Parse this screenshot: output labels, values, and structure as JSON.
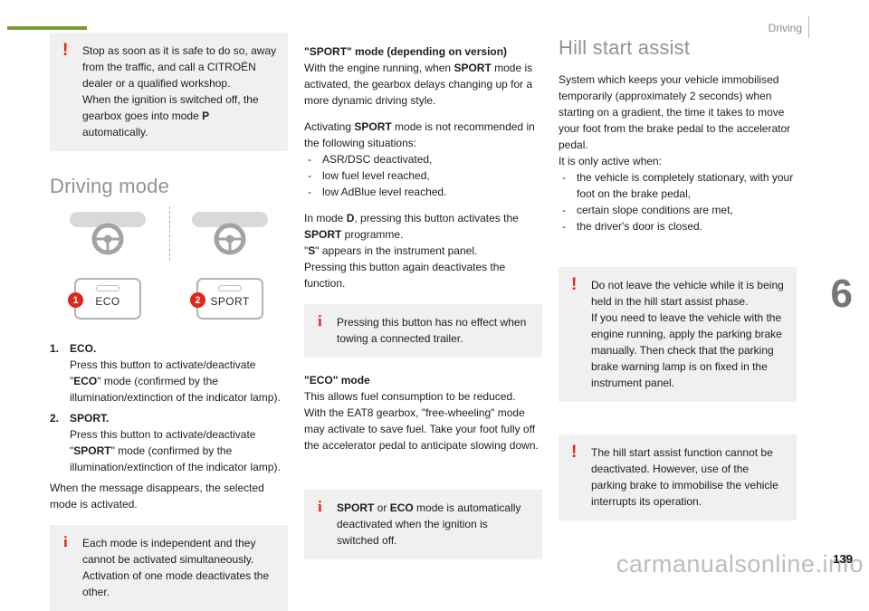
{
  "meta": {
    "header_section_label": "Driving",
    "chapter_number": "6",
    "page_number": "139",
    "watermark": "carmanualsonline.info",
    "warning_glyph": "!",
    "info_glyph": "i",
    "bullet_dash": "-",
    "colors": {
      "accent_green": "#7d9b33",
      "alert_red": "#e1251b",
      "heading_gray": "#929292",
      "box_background": "#f0f0f0"
    }
  },
  "left": {
    "warning_top": [
      "Stop as soon as it is safe to do so, away from the traffic, and call a CITROËN dealer or a qualified workshop.\nWhen the ignition is switched off, the gearbox goes into mode ",
      "P",
      " automatically."
    ],
    "heading": "Driving mode",
    "figure": {
      "buttons": [
        {
          "number": "1",
          "label": "ECO"
        },
        {
          "number": "2",
          "label": "SPORT"
        }
      ]
    },
    "list": [
      {
        "num": "1.",
        "title": "ECO.",
        "body": [
          "Press this button to activate/deactivate \"",
          "ECO",
          "\" mode (confirmed by the illumination/extinction of the indicator lamp)."
        ]
      },
      {
        "num": "2.",
        "title": "SPORT.",
        "body": [
          "Press this button to activate/deactivate \"",
          "SPORT",
          "\" mode (confirmed by the illumination/extinction of the indicator lamp)."
        ]
      }
    ],
    "after_list": "When the message disappears, the selected mode is activated.",
    "info_box": "Each mode is independent and they cannot be activated simultaneously. Activation of one mode deactivates the other."
  },
  "middle": {
    "sport_heading": "\"SPORT\" mode (depending on version)",
    "sport_intro": [
      "With the engine running, when ",
      "SPORT",
      " mode is activated, the gearbox delays changing up for a more dynamic driving style."
    ],
    "sport_not_recommended": [
      "Activating ",
      "SPORT",
      " mode is not recommended in the following situations:"
    ],
    "sport_bullets": [
      "ASR/DSC deactivated,",
      "low fuel level reached,",
      "low AdBlue level reached."
    ],
    "mode_d": [
      "In mode ",
      "D",
      ", pressing this button activates the ",
      "SPORT",
      " programme.\n\"",
      "S",
      "\" appears in the instrument panel.\nPressing this button again deactivates the function."
    ],
    "info_trailer": "Pressing this button has no effect when towing a connected trailer.",
    "eco_heading": "\"ECO\" mode",
    "eco_body": "This allows fuel consumption to be reduced.\nWith the EAT8 gearbox, \"free-wheeling\" mode may activate to save fuel. Take your foot fully off the accelerator pedal to anticipate slowing down.",
    "info_auto": [
      "SPORT",
      " or ",
      "ECO",
      " mode is automatically deactivated when the ignition is switched off."
    ]
  },
  "right": {
    "heading": "Hill start assist",
    "intro": "System which keeps your vehicle immobilised temporarily (approximately 2 seconds) when starting on a gradient, the time it takes to move your foot from the brake pedal to the accelerator pedal.\nIt is only active when:",
    "bullets": [
      "the vehicle is completely stationary, with your foot on the brake pedal,",
      "certain slope conditions are met,",
      "the driver's door is closed."
    ],
    "warning_stay": "Do not leave the vehicle while it is being held in the hill start assist phase.\nIf you need to leave the vehicle with the engine running, apply the parking brake manually. Then check that the parking brake warning lamp is on fixed in the instrument panel.",
    "warning_deactivate": "The hill start assist function cannot be deactivated. However, use of the parking brake to immobilise the vehicle interrupts its operation."
  }
}
